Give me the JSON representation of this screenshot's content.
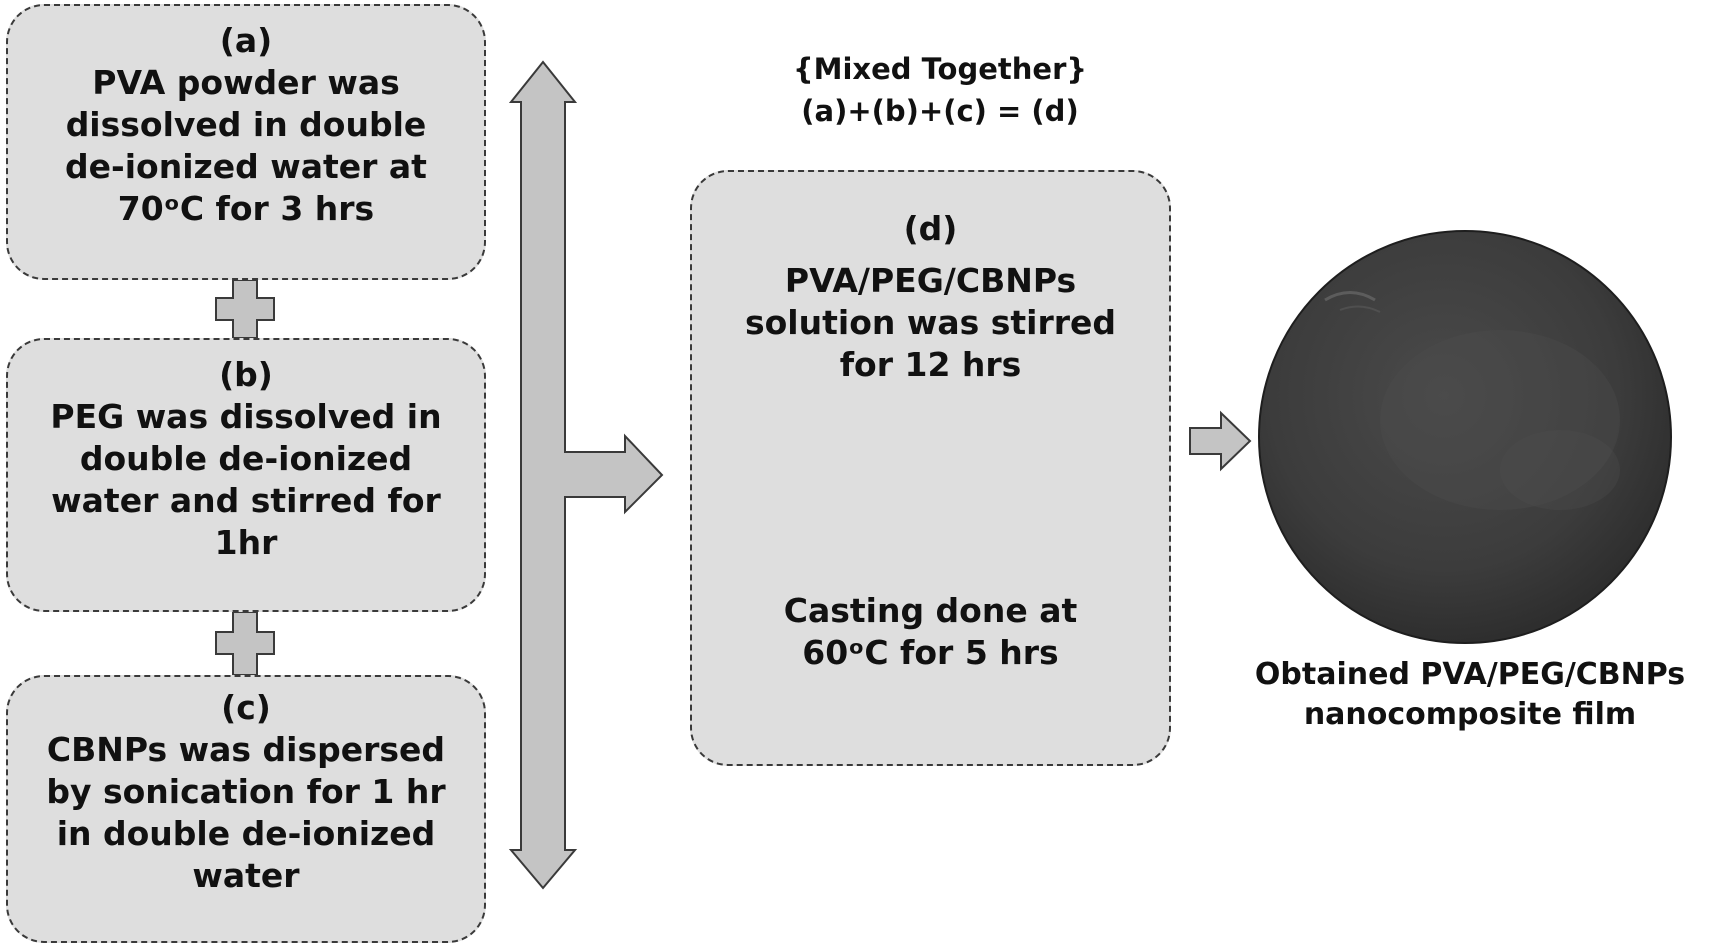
{
  "step_a": {
    "label": "(a)",
    "text": "PVA powder was\ndissolved in double\nde-ionized water at\n70ᵒC for 3 hrs"
  },
  "step_b": {
    "label": "(b)",
    "text": "PEG was dissolved in\ndouble de-ionized\nwater and stirred for\n1hr"
  },
  "step_c": {
    "label": "(c)",
    "text": "CBNPs was dispersed\nby sonication for 1 hr\nin double de-ionized\nwater"
  },
  "mix": {
    "title": "{Mixed Together}",
    "equation": "(a)+(b)+(c) = (d)"
  },
  "step_d": {
    "label": "(d)",
    "text": "PVA/PEG/CBNPs\nsolution was stirred\nfor 12 hrs",
    "casting": "Casting done at\n60ᵒC for 5 hrs"
  },
  "result": {
    "caption": "Obtained PVA/PEG/CBNPs\nnanocomposite film"
  },
  "colors": {
    "box_fill": "#dedede",
    "arrow_fill": "#c4c4c4",
    "outline": "#3a3a3a",
    "film": "#3f3f3f"
  }
}
